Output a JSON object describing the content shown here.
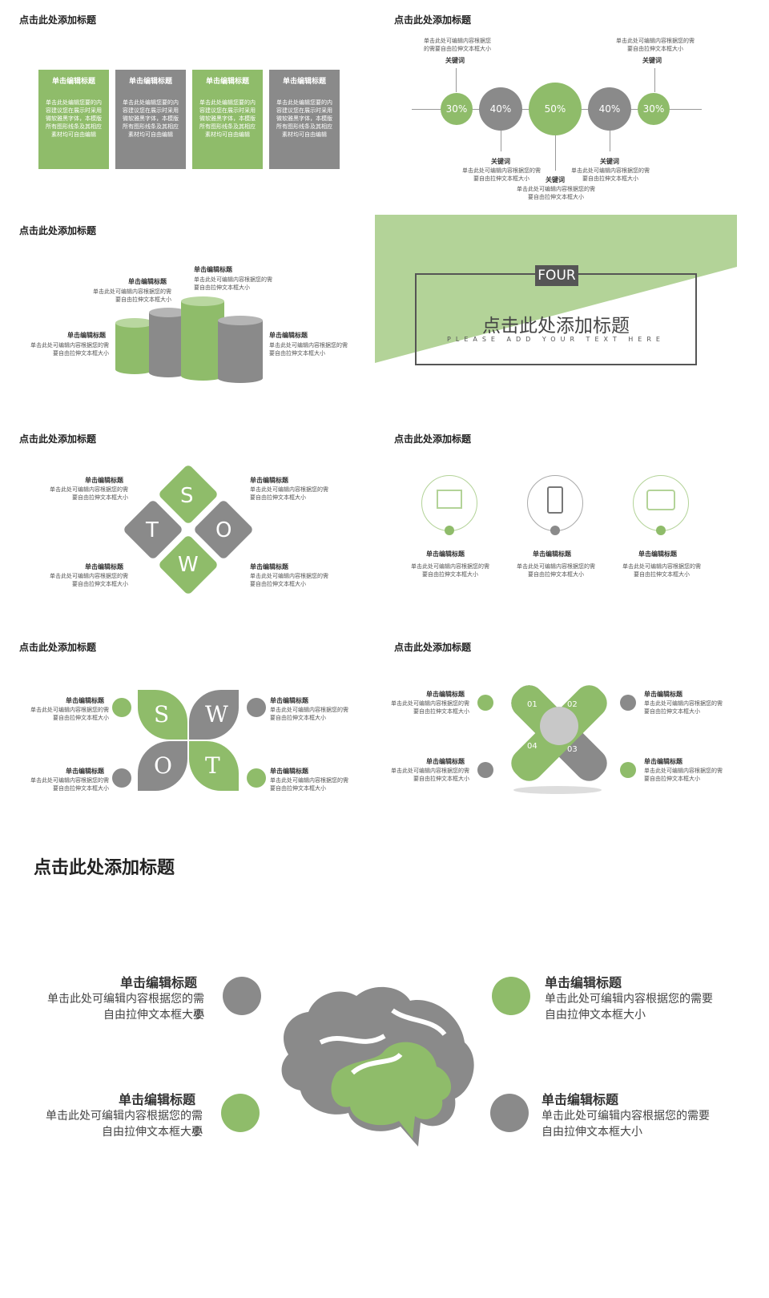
{
  "slides": {
    "s1": {
      "title": "点击此处添加标题",
      "cards": [
        {
          "title": "单击编辑标题",
          "body": "单击此处编辑您要的内容建议您在展示时采用微软雅黑字体，本模版所有图形线条及其相应素材均可自由编辑"
        },
        {
          "title": "单击编辑标题",
          "body": "单击此处编辑您要的内容建议您在展示时采用微软雅黑字体，本模版所有图形线条及其相应素材均可自由编辑"
        },
        {
          "title": "单击编辑标题",
          "body": "单击此处编辑您要的内容建议您在展示时采用微软雅黑字体，本模版所有图形线条及其相应素材均可自由编辑"
        },
        {
          "title": "单击编辑标题",
          "body": "单击此处编辑您要的内容建议您在展示时采用微软雅黑字体，本模版所有图形线条及其相应素材均可自由编辑"
        }
      ]
    },
    "s2": {
      "title": "点击此处添加标题",
      "circles": [
        "30%",
        "40%",
        "50%",
        "40%",
        "30%"
      ],
      "keyword": "关键词",
      "desc": "单击此处可编辑内容根据您的需要自由拉伸文本框大小"
    },
    "s3": {
      "title": "点击此处添加标题",
      "labels": [
        {
          "title": "单击编辑标题",
          "desc": "单击此处可编辑内容根据您的需要自由拉伸文本框大小"
        },
        {
          "title": "单击编辑标题",
          "desc": "单击此处可编辑内容根据您的需要自由拉伸文本框大小"
        },
        {
          "title": "单击编辑标题",
          "desc": "单击此处可编辑内容根据您的需要自由拉伸文本框大小"
        },
        {
          "title": "单击编辑标题",
          "desc": "单击此处可编辑内容根据您的需要自由拉伸文本框大小"
        }
      ]
    },
    "s4": {
      "badge": "FOUR",
      "title": "点击此处添加标题",
      "subtitle": "PLEASE ADD YOUR TEXT HERE"
    },
    "s5": {
      "title": "点击此处添加标题",
      "letters": [
        "S",
        "T",
        "O",
        "W"
      ],
      "items": [
        {
          "title": "单击编辑标题",
          "desc": "单击此处可编辑内容根据您的需要自由拉伸文本框大小"
        },
        {
          "title": "单击编辑标题",
          "desc": "单击此处可编辑内容根据您的需要自由拉伸文本框大小"
        },
        {
          "title": "单击编辑标题",
          "desc": "单击此处可编辑内容根据您的需要自由拉伸文本框大小"
        },
        {
          "title": "单击编辑标题",
          "desc": "单击此处可编辑内容根据您的需要自由拉伸文本框大小"
        }
      ]
    },
    "s6": {
      "title": "点击此处添加标题",
      "items": [
        {
          "icon": "monitor-icon",
          "title": "单击编辑标题",
          "desc": "单击此处可编辑内容根据您的需要自由拉伸文本框大小"
        },
        {
          "icon": "phone-icon",
          "title": "单击编辑标题",
          "desc": "单击此处可编辑内容根据您的需要自由拉伸文本框大小"
        },
        {
          "icon": "tv-icon",
          "title": "单击编辑标题",
          "desc": "单击此处可编辑内容根据您的需要自由拉伸文本框大小"
        }
      ]
    },
    "s7": {
      "title": "点击此处添加标题",
      "letters": [
        "S",
        "W",
        "O",
        "T"
      ],
      "items": [
        {
          "title": "单击编辑标题",
          "desc": "单击此处可编辑内容根据您的需要自由拉伸文本框大小"
        },
        {
          "title": "单击编辑标题",
          "desc": "单击此处可编辑内容根据您的需要自由拉伸文本框大小"
        },
        {
          "title": "单击编辑标题",
          "desc": "单击此处可编辑内容根据您的需要自由拉伸文本框大小"
        },
        {
          "title": "单击编辑标题",
          "desc": "单击此处可编辑内容根据您的需要自由拉伸文本框大小"
        }
      ]
    },
    "s8": {
      "title": "点击此处添加标题",
      "numbers": [
        "01",
        "02",
        "03",
        "04"
      ],
      "items": [
        {
          "title": "单击编辑标题",
          "desc": "单击此处可编辑内容根据您的需要自由拉伸文本框大小"
        },
        {
          "title": "单击编辑标题",
          "desc": "单击此处可编辑内容根据您的需要自由拉伸文本框大小"
        },
        {
          "title": "单击编辑标题",
          "desc": "单击此处可编辑内容根据您的需要自由拉伸文本框大小"
        },
        {
          "title": "单击编辑标题",
          "desc": "单击此处可编辑内容根据您的需要自由拉伸文本框大小"
        }
      ]
    },
    "s9": {
      "title": "点击此处添加标题",
      "items": [
        {
          "title": "单击编辑标题",
          "line1": "单击此处可编辑内容根据您的需要",
          "line2": "自由拉伸文本框大小"
        },
        {
          "title": "单击编辑标题",
          "line1": "单击此处可编辑内容根据您的需要",
          "line2": "自由拉伸文本框大小"
        },
        {
          "title": "单击编辑标题",
          "line1": "单击此处可编辑内容根据您的需要",
          "line2": "自由拉伸文本框大小"
        },
        {
          "title": "单击编辑标题",
          "line1": "单击此处可编辑内容根据您的需要",
          "line2": "自由拉伸文本框大小"
        }
      ]
    }
  },
  "colors": {
    "green": "#8fbc6a",
    "gray": "#8a8a8a"
  }
}
